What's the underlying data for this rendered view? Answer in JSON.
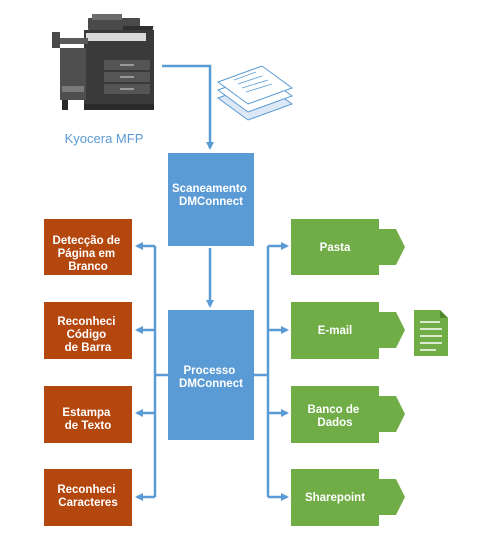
{
  "printer": {
    "label": "Kyocera MFP",
    "icon": "printer-icon"
  },
  "documents": {
    "icon": "document-stack-icon"
  },
  "scan": {
    "lines": [
      "Scaneamento",
      "DMConnect"
    ]
  },
  "process": {
    "lines": [
      "Processo",
      "DMConnect"
    ]
  },
  "left_steps": [
    {
      "id": "blank-page",
      "lines": [
        "Detecção de",
        "Página em",
        "Branco"
      ]
    },
    {
      "id": "barcode",
      "lines": [
        "Reconheci",
        "Código",
        "de Barra"
      ]
    },
    {
      "id": "text-stamp",
      "lines": [
        "Estampa",
        "de Texto"
      ]
    },
    {
      "id": "ocr",
      "lines": [
        "Reconheci",
        "Caracteres"
      ]
    }
  ],
  "right_outputs": [
    {
      "id": "folder",
      "lines": [
        "Pasta"
      ]
    },
    {
      "id": "email",
      "lines": [
        "E-mail"
      ]
    },
    {
      "id": "database",
      "lines": [
        "Banco de",
        "Dados"
      ]
    },
    {
      "id": "sharepoint",
      "lines": [
        "Sharepoint"
      ]
    }
  ],
  "email_attachment": {
    "icon": "document-icon"
  },
  "colors": {
    "blue": "#5b9bd5",
    "brown": "#b4470e",
    "green": "#70ad47",
    "lightblue": "#dce8f6"
  }
}
